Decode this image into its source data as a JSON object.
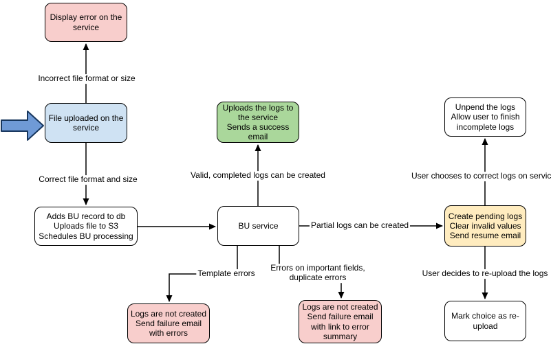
{
  "diagram": {
    "type": "flowchart",
    "nodes": [
      {
        "id": "display-error",
        "label": "Display error on the\nservice",
        "fill": "#f8cecc"
      },
      {
        "id": "file-uploaded",
        "label": "File uploaded on the\nservice",
        "fill": "#cfe2f3"
      },
      {
        "id": "adds-bu-record",
        "label": "Adds BU record to db\nUploads file to S3\nSchedules BU processing",
        "fill": "#ffffff"
      },
      {
        "id": "bu-service",
        "label": "BU service",
        "fill": "#ffffff"
      },
      {
        "id": "uploads-logs-success",
        "label": "Uploads the logs to\nthe service\nSends a success\nemail",
        "fill": "#aad79b"
      },
      {
        "id": "unpend-logs",
        "label": "Unpend the logs\nAllow user to finish\nincomplete logs",
        "fill": "#ffffff"
      },
      {
        "id": "create-pending-logs",
        "label": "Create pending logs\nClear invalid values\nSend resume email",
        "fill": "#ffecbf"
      },
      {
        "id": "logs-not-created-errors",
        "label": "Logs are not created\nSend failure email\nwith errors",
        "fill": "#f8cecc"
      },
      {
        "id": "logs-not-created-summary",
        "label": "Logs are not created\nSend failure email\nwith link to error\nsummary",
        "fill": "#f8cecc"
      },
      {
        "id": "mark-choice-reupload",
        "label": "Mark choice as re-\nupload",
        "fill": "#ffffff"
      }
    ],
    "edge_labels": [
      {
        "id": "incorrect-file",
        "text": "Incorrect file format or size"
      },
      {
        "id": "correct-file",
        "text": "Correct file format and size"
      },
      {
        "id": "valid-completed",
        "text": "Valid, completed logs can be created"
      },
      {
        "id": "partial-logs",
        "text": "Partial logs can be created"
      },
      {
        "id": "user-chooses-correct",
        "text": "User chooses to correct logs on service"
      },
      {
        "id": "user-decides-reupload",
        "text": "User decides to re-upload the logs"
      },
      {
        "id": "template-errors",
        "text": "Template errors"
      },
      {
        "id": "errors-important-fields",
        "text": "Errors on important fields,\nduplicate errors"
      }
    ],
    "colors": {
      "node_border": "#000000",
      "connector": "#000000",
      "pink": "#f8cecc",
      "blue": "#cfe2f3",
      "green": "#aad79b",
      "yellow": "#ffecbf",
      "entry_arrow_fill": "#6f9ad6",
      "entry_arrow_stroke": "#17365d"
    }
  }
}
